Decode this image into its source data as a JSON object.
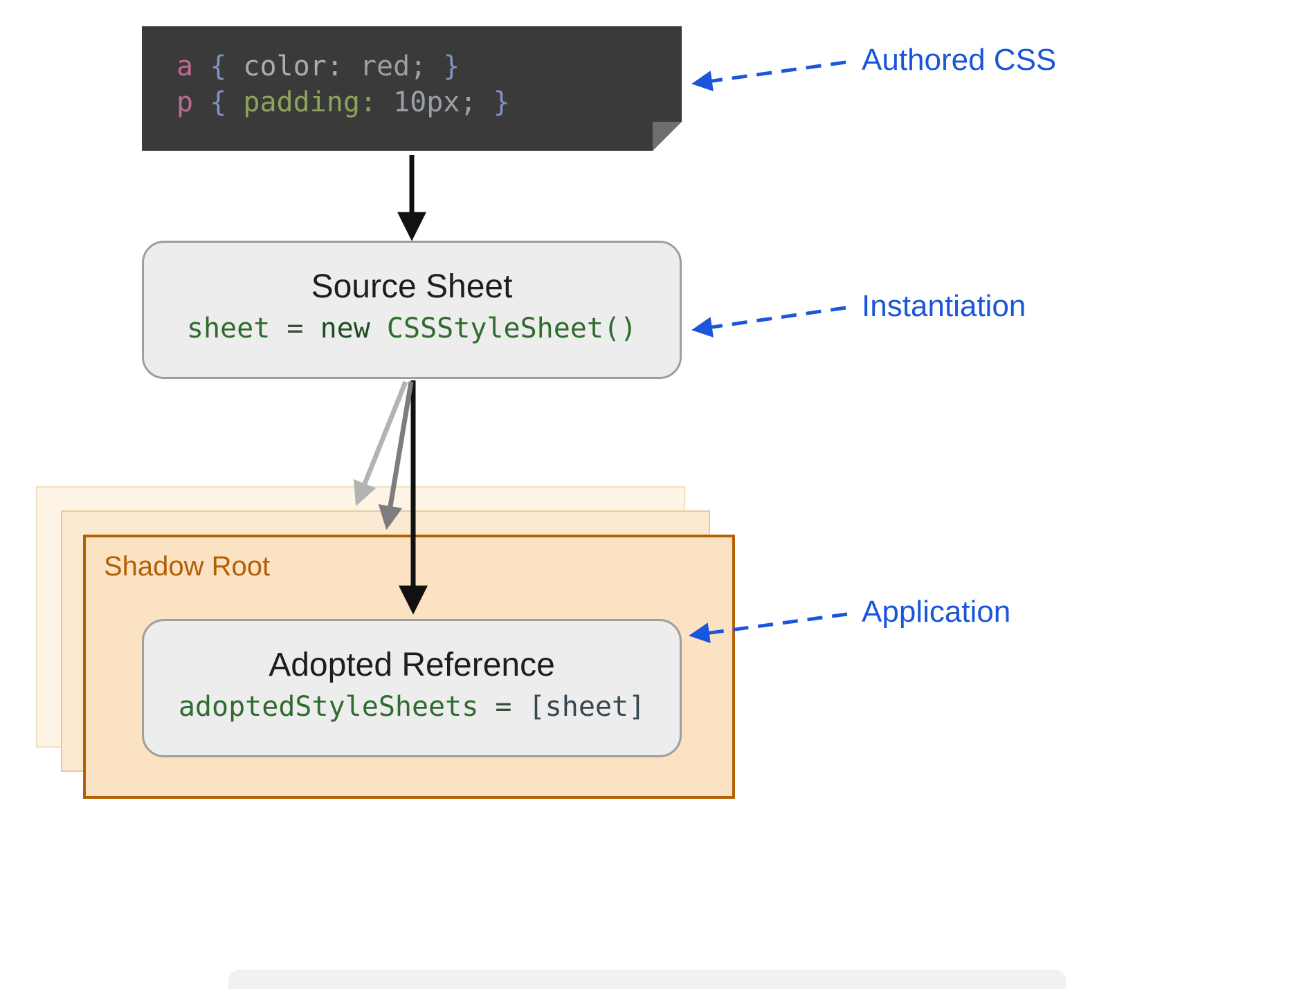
{
  "authored_css_card": {
    "line1": {
      "selector": "a",
      "open_brace": "{",
      "property": "color:",
      "value": "red;",
      "close_brace": "}"
    },
    "line2": {
      "selector": "p",
      "open_brace": "{",
      "property": "padding:",
      "value": "10px;",
      "close_brace": "}"
    }
  },
  "source_sheet": {
    "title": "Source Sheet",
    "code": {
      "variable": "sheet",
      "operator": "=",
      "keyword": "new",
      "constructor": "CSSStyleSheet()"
    }
  },
  "shadow_root": {
    "label": "Shadow Root"
  },
  "adopted_reference": {
    "title": "Adopted Reference",
    "code": {
      "variable": "adoptedStyleSheets",
      "operator": "=",
      "value": "[sheet]"
    }
  },
  "annotations": {
    "authored_css": "Authored CSS",
    "instantiation": "Instantiation",
    "application": "Application"
  },
  "colors": {
    "annotation_blue": "#1a56db",
    "shadow_root_orange": "#b45f06",
    "shadow_root_fill": "#fae2c2",
    "code_card_bg": "#3a3a3a",
    "box_fill": "#ededed",
    "box_border": "#9e9e9e",
    "code_green": "#2f6b2f",
    "selector_pink": "#bb6b8d",
    "brace_blue": "#7e93c0",
    "property_green": "#8ea45a",
    "value_gray": "#9aa0a6"
  }
}
